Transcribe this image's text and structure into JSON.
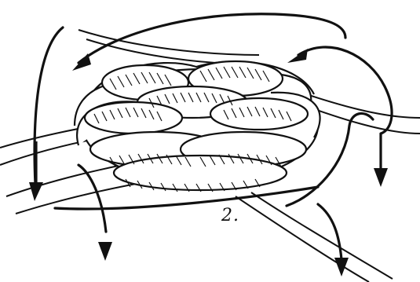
{
  "figure": {
    "subject": "knot-tying-step",
    "step_label": "2.",
    "ink_color": "#111111",
    "paper_color": "#ffffff",
    "arrow_count": 6
  }
}
